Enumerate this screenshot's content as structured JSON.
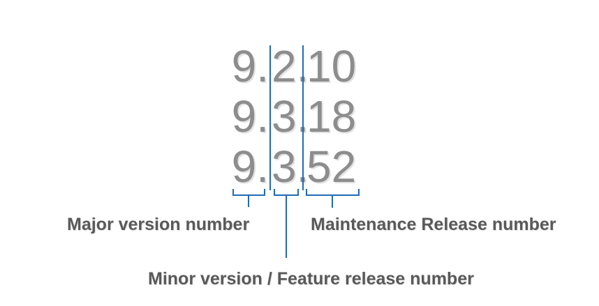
{
  "diagram": {
    "separator": ".",
    "version_rows": [
      {
        "major": "9",
        "minor": "2",
        "maintenance": "10"
      },
      {
        "major": "9",
        "minor": "3",
        "maintenance": "18"
      },
      {
        "major": "9",
        "minor": "3",
        "maintenance": "52"
      }
    ],
    "annotations": {
      "major_label": "Major version number",
      "minor_label": "Minor version / Feature release number",
      "maintenance_label": "Maintenance Release number"
    },
    "colors": {
      "callout_blue": "#1f6bb5",
      "version_digits_gray": "#8d8d8d",
      "label_gray": "#595959",
      "background": "#ffffff"
    }
  }
}
